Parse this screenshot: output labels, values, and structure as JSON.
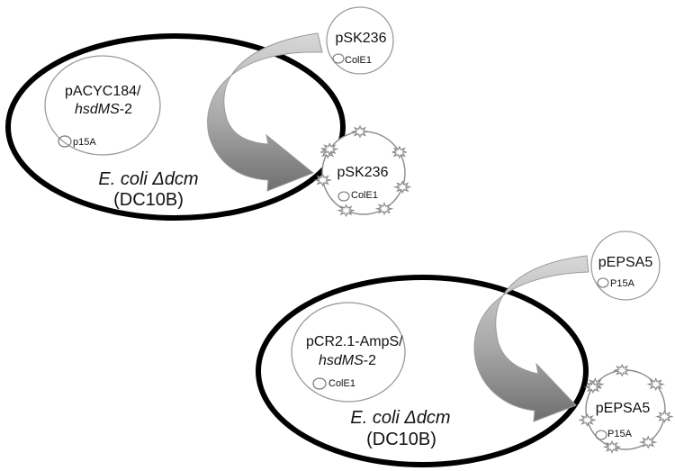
{
  "diagram": {
    "top_panel": {
      "host_cell": {
        "species": "E. coli Δdcm",
        "strain": "(DC10B)"
      },
      "resident_plasmid": {
        "name_line1": "pACYC184/",
        "name_line2_italic": "hsdMS",
        "name_line2_suffix": "-2",
        "origin": "p15A"
      },
      "input_plasmid": {
        "name": "pSK236",
        "origin": "ColE1"
      },
      "methylated_plasmid": {
        "name": "pSK236",
        "origin": "ColE1"
      }
    },
    "bottom_panel": {
      "host_cell": {
        "species": "E. coli Δdcm",
        "strain": "(DC10B)"
      },
      "resident_plasmid": {
        "name_line1": "pCR2.1-AmpS/",
        "name_line2_italic": "hsdMS",
        "name_line2_suffix": "-2",
        "origin": "ColE1"
      },
      "input_plasmid": {
        "name": "pEPSA5",
        "origin": "P15A"
      },
      "methylated_plasmid": {
        "name": "pEPSA5",
        "origin": "P15A"
      }
    },
    "colors": {
      "cell_outline": "#000000",
      "plasmid_outline": "#9a9a9a",
      "arrow_dark": "#6f6f6f",
      "arrow_light": "#d2d2d2",
      "methyl_mark": "#8a8a8a"
    }
  }
}
